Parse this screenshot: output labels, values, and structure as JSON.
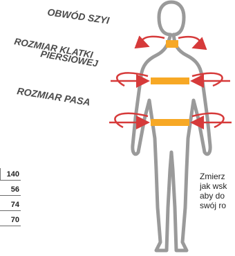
{
  "labels": {
    "neck": "OBWÓD SZYI",
    "chest_line1": "ROZMIAR KLATKI",
    "chest_line2": "PIERSIOWEJ",
    "waist": "ROZMIAR PASA"
  },
  "size_values": [
    "140",
    "56",
    "74",
    "70"
  ],
  "instruction_lines": [
    "Zmierz",
    "jak wsk",
    "aby do",
    "swój ro"
  ],
  "colors": {
    "figure_outline": "#9a9a9a",
    "band": "#f7a825",
    "arrow": "#d63a3a",
    "label_text": "#4a4a4a"
  }
}
